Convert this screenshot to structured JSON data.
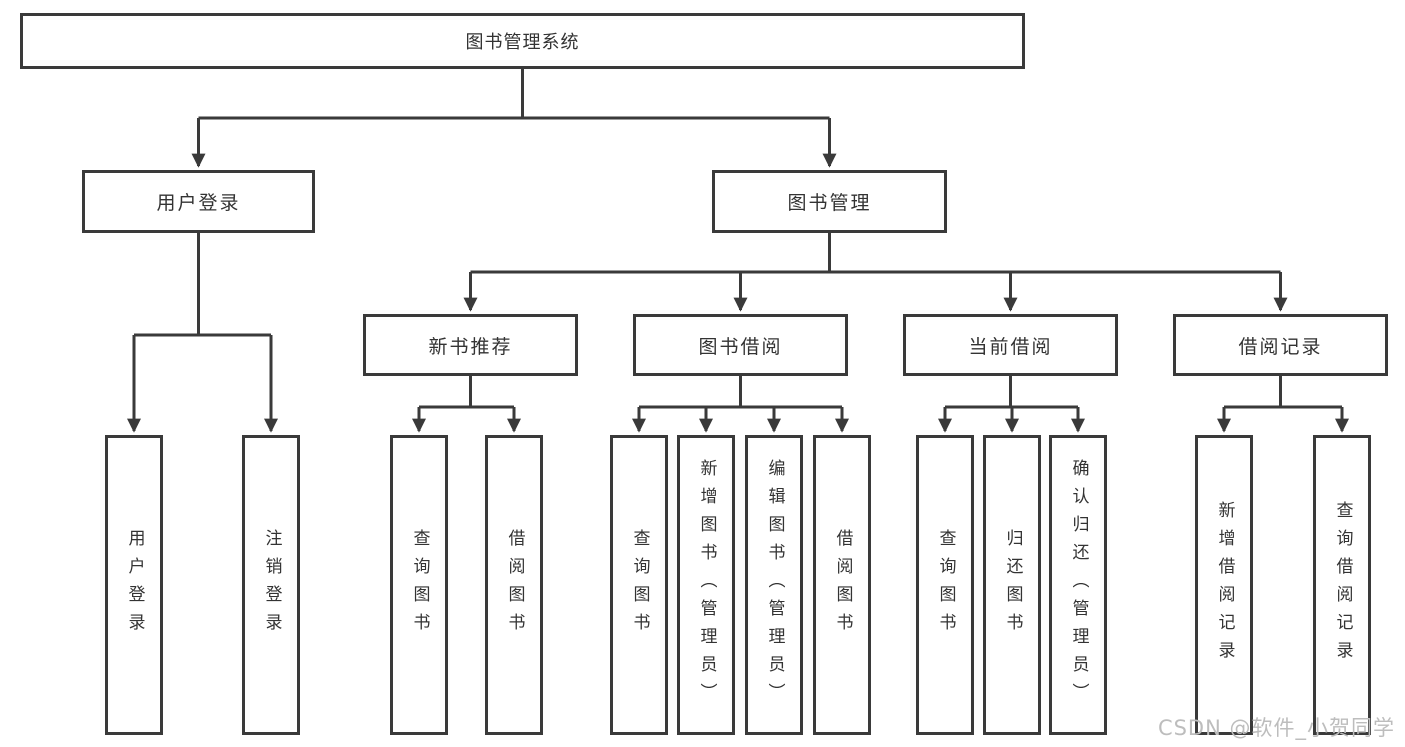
{
  "colors": {
    "line": "#3a3a3a",
    "text": "#333333",
    "watermark": "#bdbdbd",
    "background": "#ffffff"
  },
  "watermark": {
    "text": "CSDN @软件_小贺同学"
  },
  "tree": {
    "label": "图书管理系统",
    "children": [
      {
        "label": "用户登录",
        "children": [
          {
            "label": "用户登录"
          },
          {
            "label": "注销登录"
          }
        ]
      },
      {
        "label": "图书管理",
        "children": [
          {
            "label": "新书推荐",
            "children": [
              {
                "label": "查询图书"
              },
              {
                "label": "借阅图书"
              }
            ]
          },
          {
            "label": "图书借阅",
            "children": [
              {
                "label": "查询图书"
              },
              {
                "label": "新增图书（管理员）"
              },
              {
                "label": "编辑图书（管理员）"
              },
              {
                "label": "借阅图书"
              }
            ]
          },
          {
            "label": "当前借阅",
            "children": [
              {
                "label": "查询图书"
              },
              {
                "label": "归还图书"
              },
              {
                "label": "确认归还（管理员）"
              }
            ]
          },
          {
            "label": "借阅记录",
            "children": [
              {
                "label": "新增借阅记录"
              },
              {
                "label": "查询借阅记录"
              }
            ]
          }
        ]
      }
    ]
  }
}
